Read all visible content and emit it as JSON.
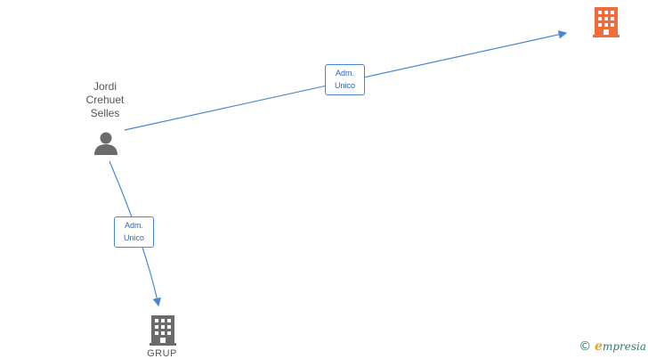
{
  "diagram": {
    "person": {
      "name": "Jordi\nCrehuet\nSelles",
      "icon": "person-icon"
    },
    "companies": [
      {
        "label": "",
        "icon": "building-icon",
        "color": "#f26b3a"
      },
      {
        "label": "GRUP",
        "icon": "building-icon",
        "color": "#6b6b6b"
      }
    ],
    "edges": [
      {
        "label": "Adm.\nUnico",
        "from": "person",
        "to": "company-top-right"
      },
      {
        "label": "Adm.\nUnico",
        "from": "person",
        "to": "company-bottom"
      }
    ],
    "colors": {
      "edge": "#4a86d4",
      "person": "#6b6b6b"
    }
  },
  "watermark": {
    "copyright": "©",
    "brand_initial": "e",
    "brand_rest": "mpresia"
  }
}
